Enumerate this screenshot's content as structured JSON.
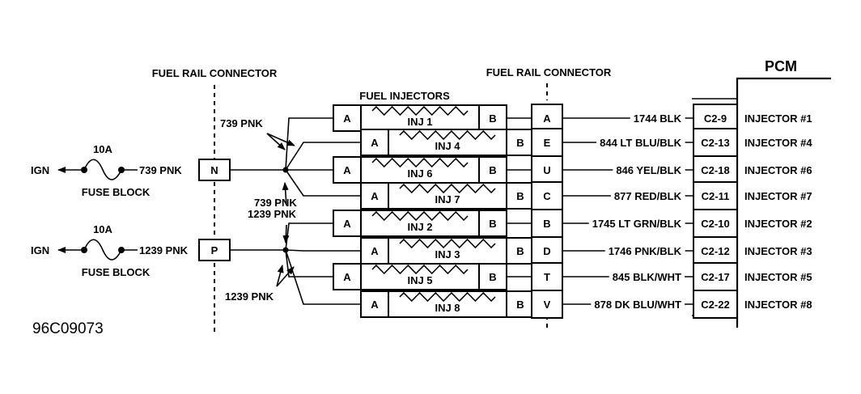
{
  "titles": {
    "fuel_rail_connector_left": "FUEL RAIL CONNECTOR",
    "fuel_rail_connector_right": "FUEL RAIL CONNECTOR",
    "fuel_injectors": "FUEL INJECTORS",
    "pcm": "PCM",
    "doc_id": "96C09073"
  },
  "fuse_circuits": [
    {
      "ign": "IGN",
      "fuse": "10A",
      "fuse_label": "FUSE BLOCK",
      "wire": "739 PNK",
      "pin": "N"
    },
    {
      "ign": "IGN",
      "fuse": "10A",
      "fuse_label": "FUSE BLOCK",
      "wire": "1239 PNK",
      "pin": "P"
    }
  ],
  "branch_labels": {
    "top": "739 PNK",
    "mid_a": "739 PNK",
    "mid_b": "1239 PNK",
    "bottom": "1239 PNK"
  },
  "injectors": [
    {
      "label": "INJ 1",
      "term_a": "A",
      "term_b": "B"
    },
    {
      "label": "INJ 4",
      "term_a": "A",
      "term_b": "B"
    },
    {
      "label": "INJ 6",
      "term_a": "A",
      "term_b": "B"
    },
    {
      "label": "INJ 7",
      "term_a": "A",
      "term_b": "B"
    },
    {
      "label": "INJ 2",
      "term_a": "A",
      "term_b": "B"
    },
    {
      "label": "INJ 3",
      "term_a": "A",
      "term_b": "B"
    },
    {
      "label": "INJ 5",
      "term_a": "A",
      "term_b": "B"
    },
    {
      "label": "INJ 8",
      "term_a": "A",
      "term_b": "B"
    }
  ],
  "rows": [
    {
      "conn_pin": "A",
      "wire": "1744 BLK",
      "pcm_pin": "C2-9",
      "injector": "INJECTOR #1"
    },
    {
      "conn_pin": "E",
      "wire": "844 LT BLU/BLK",
      "pcm_pin": "C2-13",
      "injector": "INJECTOR #4"
    },
    {
      "conn_pin": "U",
      "wire": "846 YEL/BLK",
      "pcm_pin": "C2-18",
      "injector": "INJECTOR #6"
    },
    {
      "conn_pin": "C",
      "wire": "877 RED/BLK",
      "pcm_pin": "C2-11",
      "injector": "INJECTOR #7"
    },
    {
      "conn_pin": "B",
      "wire": "1745 LT GRN/BLK",
      "pcm_pin": "C2-10",
      "injector": "INJECTOR #2"
    },
    {
      "conn_pin": "D",
      "wire": "1746 PNK/BLK",
      "pcm_pin": "C2-12",
      "injector": "INJECTOR #3"
    },
    {
      "conn_pin": "T",
      "wire": "845 BLK/WHT",
      "pcm_pin": "C2-17",
      "injector": "INJECTOR #5"
    },
    {
      "conn_pin": "V",
      "wire": "878 DK BLU/WHT",
      "pcm_pin": "C2-22",
      "injector": "INJECTOR #8"
    }
  ]
}
